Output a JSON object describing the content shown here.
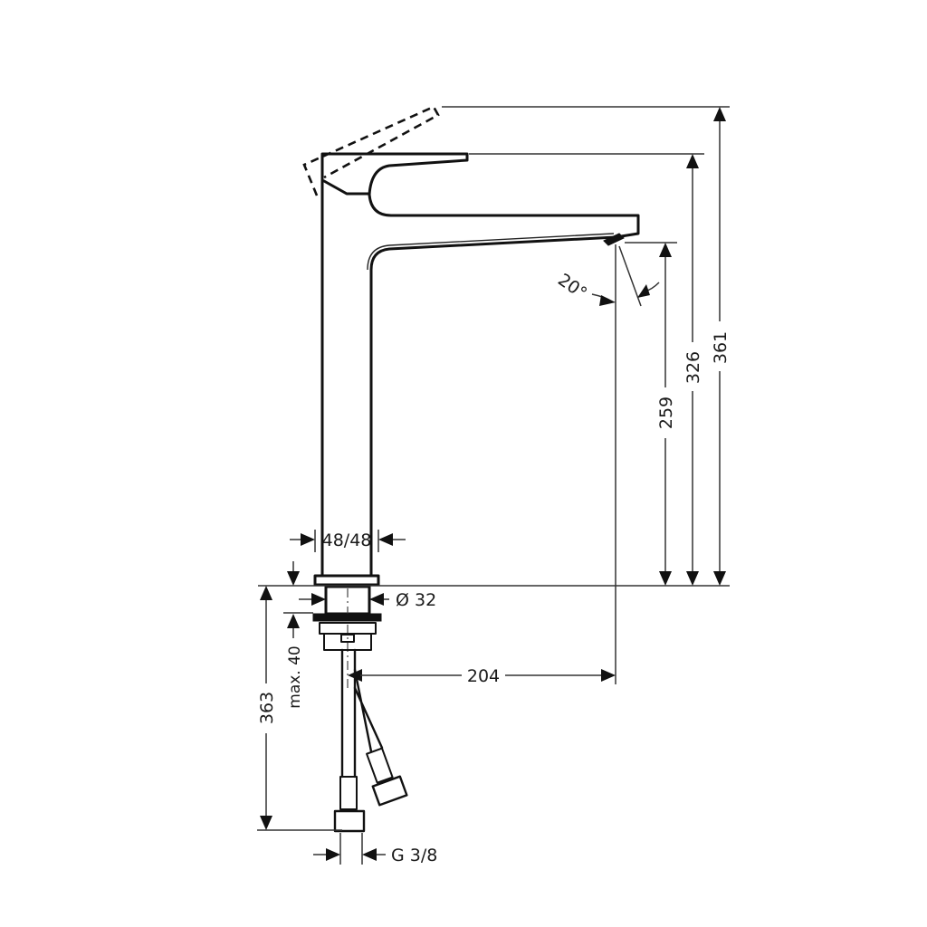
{
  "drawing": {
    "subject": "Single-lever basin mixer tall spout - side elevation technical drawing",
    "units": "mm",
    "stroke_color": "#111111",
    "background": "#ffffff"
  },
  "dimensions": {
    "total_height_lever_raised": "361",
    "height_to_lever_top": "326",
    "spout_outlet_height": "259",
    "spray_angle": "20°",
    "body_width": "48/48",
    "mounting_diameter": "Ø 32",
    "max_counter_thickness": "max. 40",
    "below_counter_length": "363",
    "spout_reach": "204",
    "connection_thread": "G 3/8"
  }
}
